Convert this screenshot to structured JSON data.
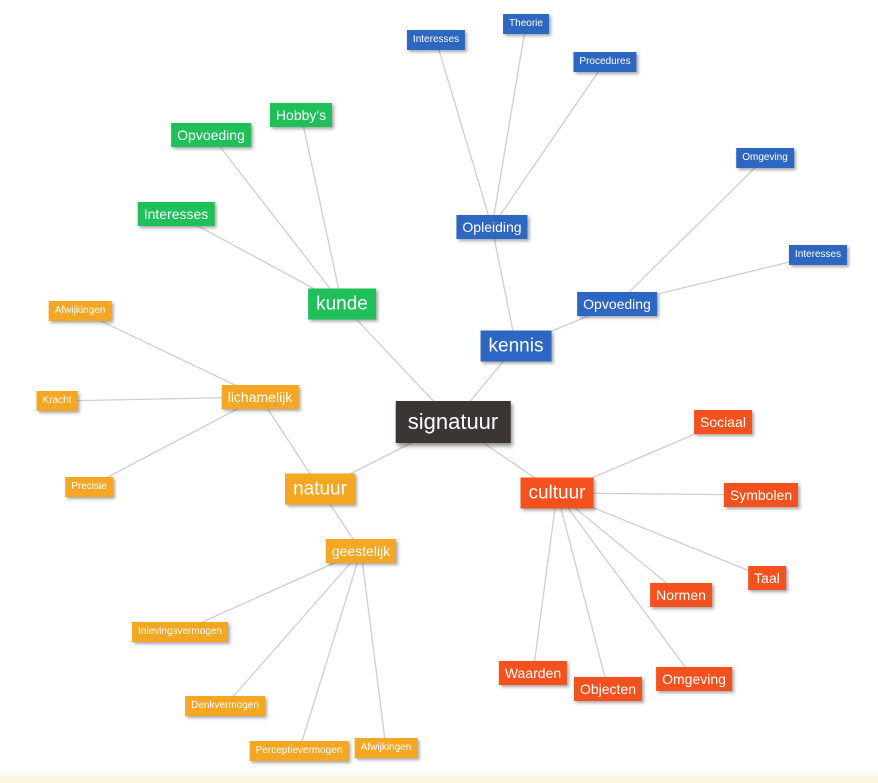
{
  "colors": {
    "center": "#3b3633",
    "kennis": "#2e67c1",
    "kunde": "#1fbf5a",
    "natuur": "#f5a623",
    "cultuur": "#f4511e",
    "link": "#cfcfcf"
  },
  "diagram": {
    "center": "signatuur",
    "branches": [
      {
        "key": "kennis",
        "label": "kennis",
        "children": [
          {
            "label": "Opleiding",
            "children": [
              "Interesses",
              "Theorie",
              "Procedures"
            ]
          },
          {
            "label": "Opvoeding",
            "children": [
              "Omgeving",
              "Interesses"
            ]
          }
        ]
      },
      {
        "key": "kunde",
        "label": "kunde",
        "children": [
          {
            "label": "Opvoeding",
            "children": []
          },
          {
            "label": "Hobby's",
            "children": []
          },
          {
            "label": "Interesses",
            "children": []
          }
        ]
      },
      {
        "key": "natuur",
        "label": "natuur",
        "children": [
          {
            "label": "lichamelijk",
            "children": [
              "Afwijkingen",
              "Kracht",
              "Precisie"
            ]
          },
          {
            "label": "geestelijk",
            "children": [
              "Inlevingsvermogen",
              "Denkvermogen",
              "Perceptievermogen",
              "Afwijkingen"
            ]
          }
        ]
      },
      {
        "key": "cultuur",
        "label": "cultuur",
        "children": [
          {
            "label": "Sociaal",
            "children": []
          },
          {
            "label": "Symbolen",
            "children": []
          },
          {
            "label": "Taal",
            "children": []
          },
          {
            "label": "Normen",
            "children": []
          },
          {
            "label": "Omgeving",
            "children": []
          },
          {
            "label": "Objecten",
            "children": []
          },
          {
            "label": "Waarden",
            "children": []
          }
        ]
      }
    ]
  }
}
